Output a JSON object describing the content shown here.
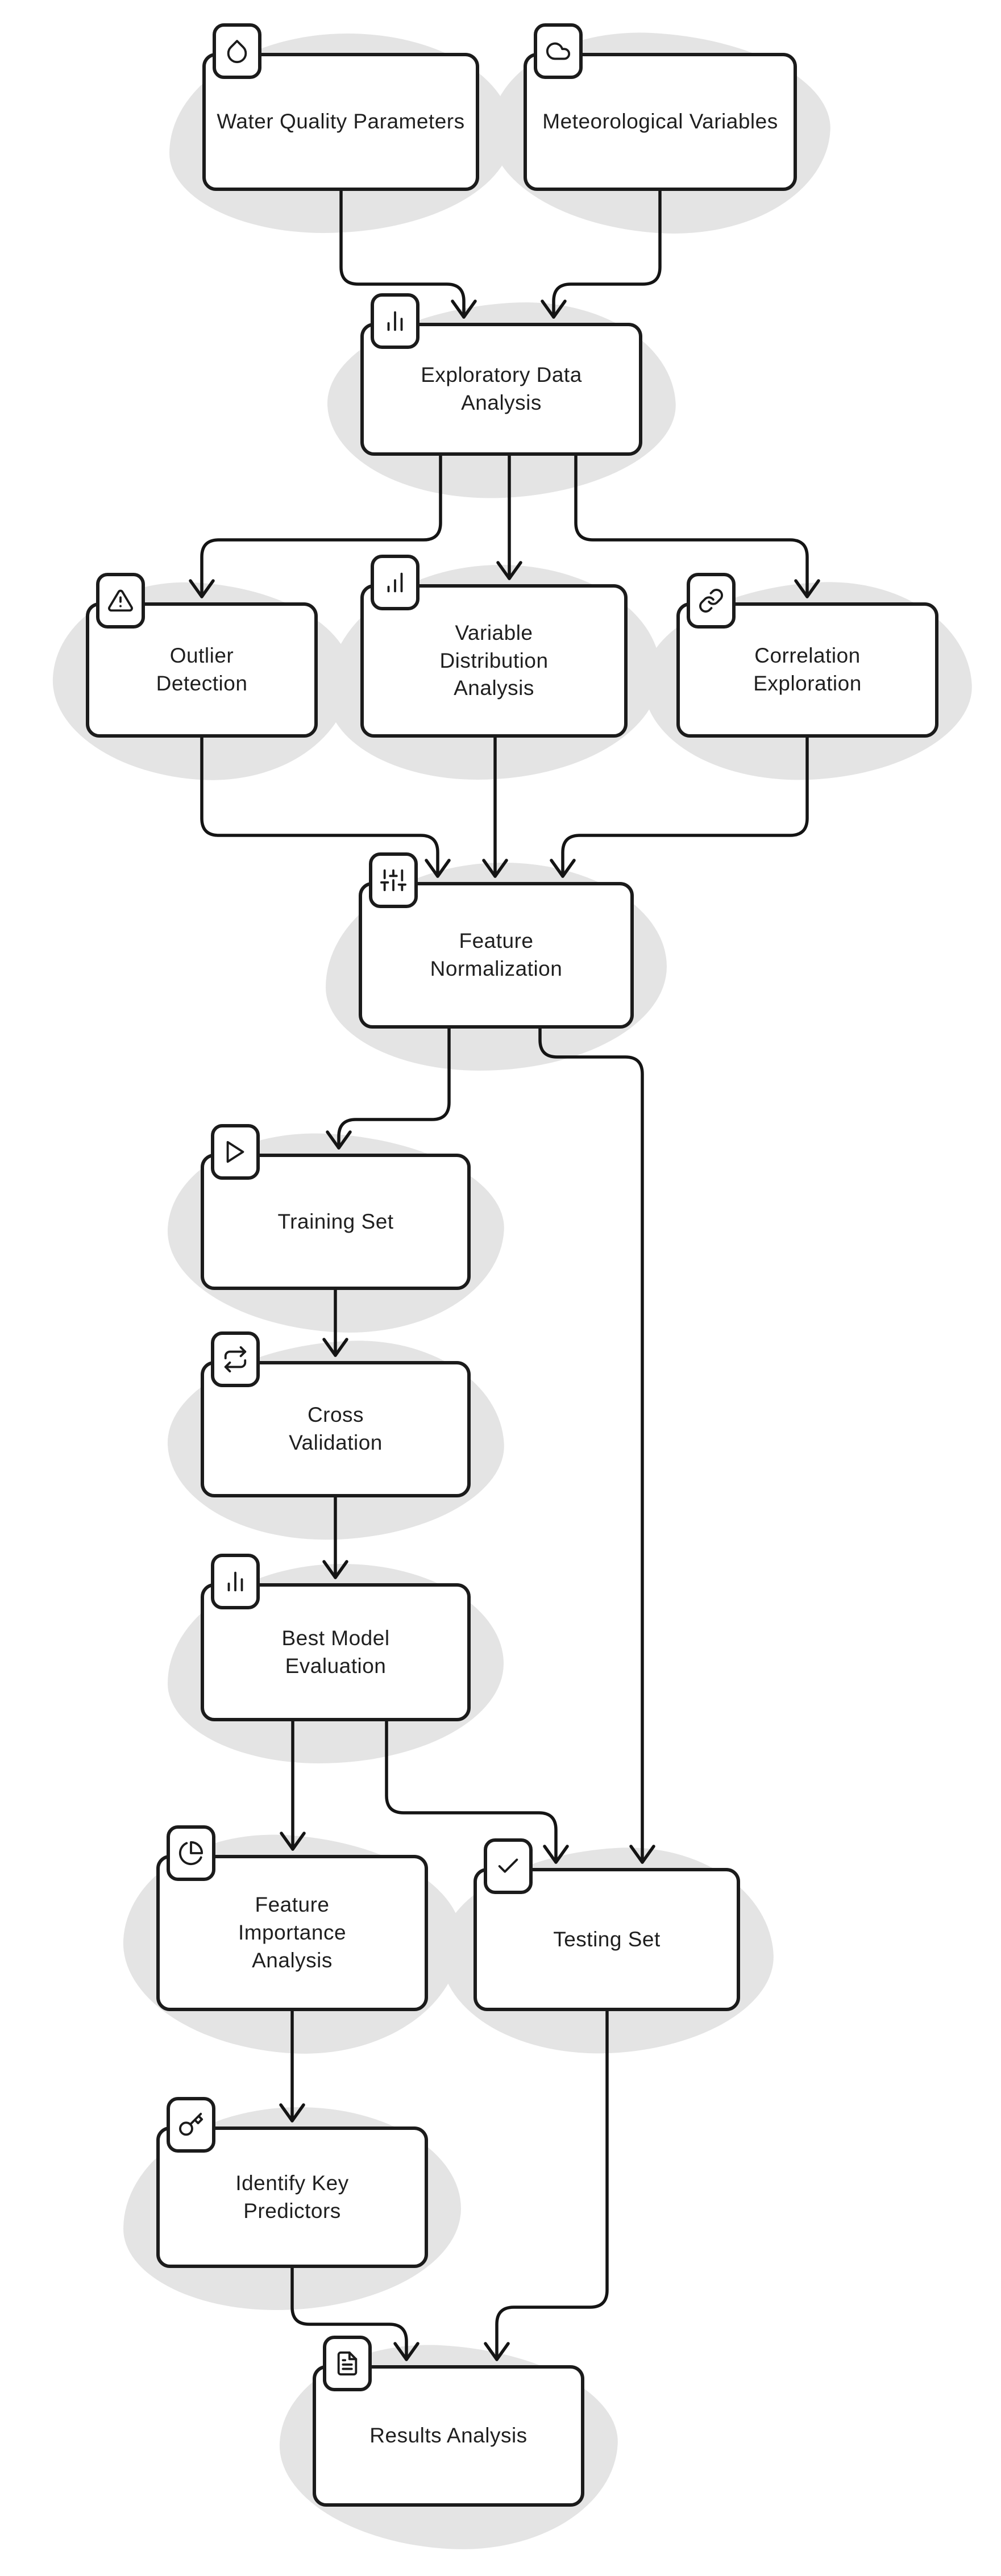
{
  "diagram": {
    "type": "flowchart",
    "background_color": "#ffffff",
    "stroke_color": "#141414",
    "blob_shadow_color": "#e4e4e4",
    "nodes": [
      {
        "id": "water-quality",
        "label": "Water Quality Parameters",
        "icon": "droplet-icon"
      },
      {
        "id": "meteorological",
        "label": "Meteorological Variables",
        "icon": "cloud-icon"
      },
      {
        "id": "eda",
        "label": "Exploratory Data Analysis",
        "icon": "bar-chart-icon"
      },
      {
        "id": "outlier",
        "label": "Outlier Detection",
        "icon": "alert-triangle-icon"
      },
      {
        "id": "distribution",
        "label": "Variable Distribution Analysis",
        "icon": "bar-chart-icon"
      },
      {
        "id": "correlation",
        "label": "Correlation Exploration",
        "icon": "link-icon"
      },
      {
        "id": "normalization",
        "label": "Feature Normalization",
        "icon": "sliders-icon"
      },
      {
        "id": "training",
        "label": "Training Set",
        "icon": "play-icon"
      },
      {
        "id": "crossval",
        "label": "Cross Validation",
        "icon": "repeat-icon"
      },
      {
        "id": "bestmodel",
        "label": "Best Model Evaluation",
        "icon": "bar-chart-icon"
      },
      {
        "id": "importance",
        "label": "Feature Importance Analysis",
        "icon": "pie-chart-icon"
      },
      {
        "id": "testing",
        "label": "Testing Set",
        "icon": "check-icon"
      },
      {
        "id": "predictors",
        "label": "Identify Key Predictors",
        "icon": "key-icon"
      },
      {
        "id": "results",
        "label": "Results Analysis",
        "icon": "file-text-icon"
      }
    ],
    "edges": [
      {
        "from": "water-quality",
        "to": "eda"
      },
      {
        "from": "meteorological",
        "to": "eda"
      },
      {
        "from": "eda",
        "to": "outlier"
      },
      {
        "from": "eda",
        "to": "distribution"
      },
      {
        "from": "eda",
        "to": "correlation"
      },
      {
        "from": "outlier",
        "to": "normalization"
      },
      {
        "from": "distribution",
        "to": "normalization"
      },
      {
        "from": "correlation",
        "to": "normalization"
      },
      {
        "from": "normalization",
        "to": "training"
      },
      {
        "from": "normalization",
        "to": "testing"
      },
      {
        "from": "training",
        "to": "crossval"
      },
      {
        "from": "crossval",
        "to": "bestmodel"
      },
      {
        "from": "bestmodel",
        "to": "importance"
      },
      {
        "from": "bestmodel",
        "to": "testing"
      },
      {
        "from": "importance",
        "to": "predictors"
      },
      {
        "from": "predictors",
        "to": "results"
      },
      {
        "from": "testing",
        "to": "results"
      }
    ]
  }
}
